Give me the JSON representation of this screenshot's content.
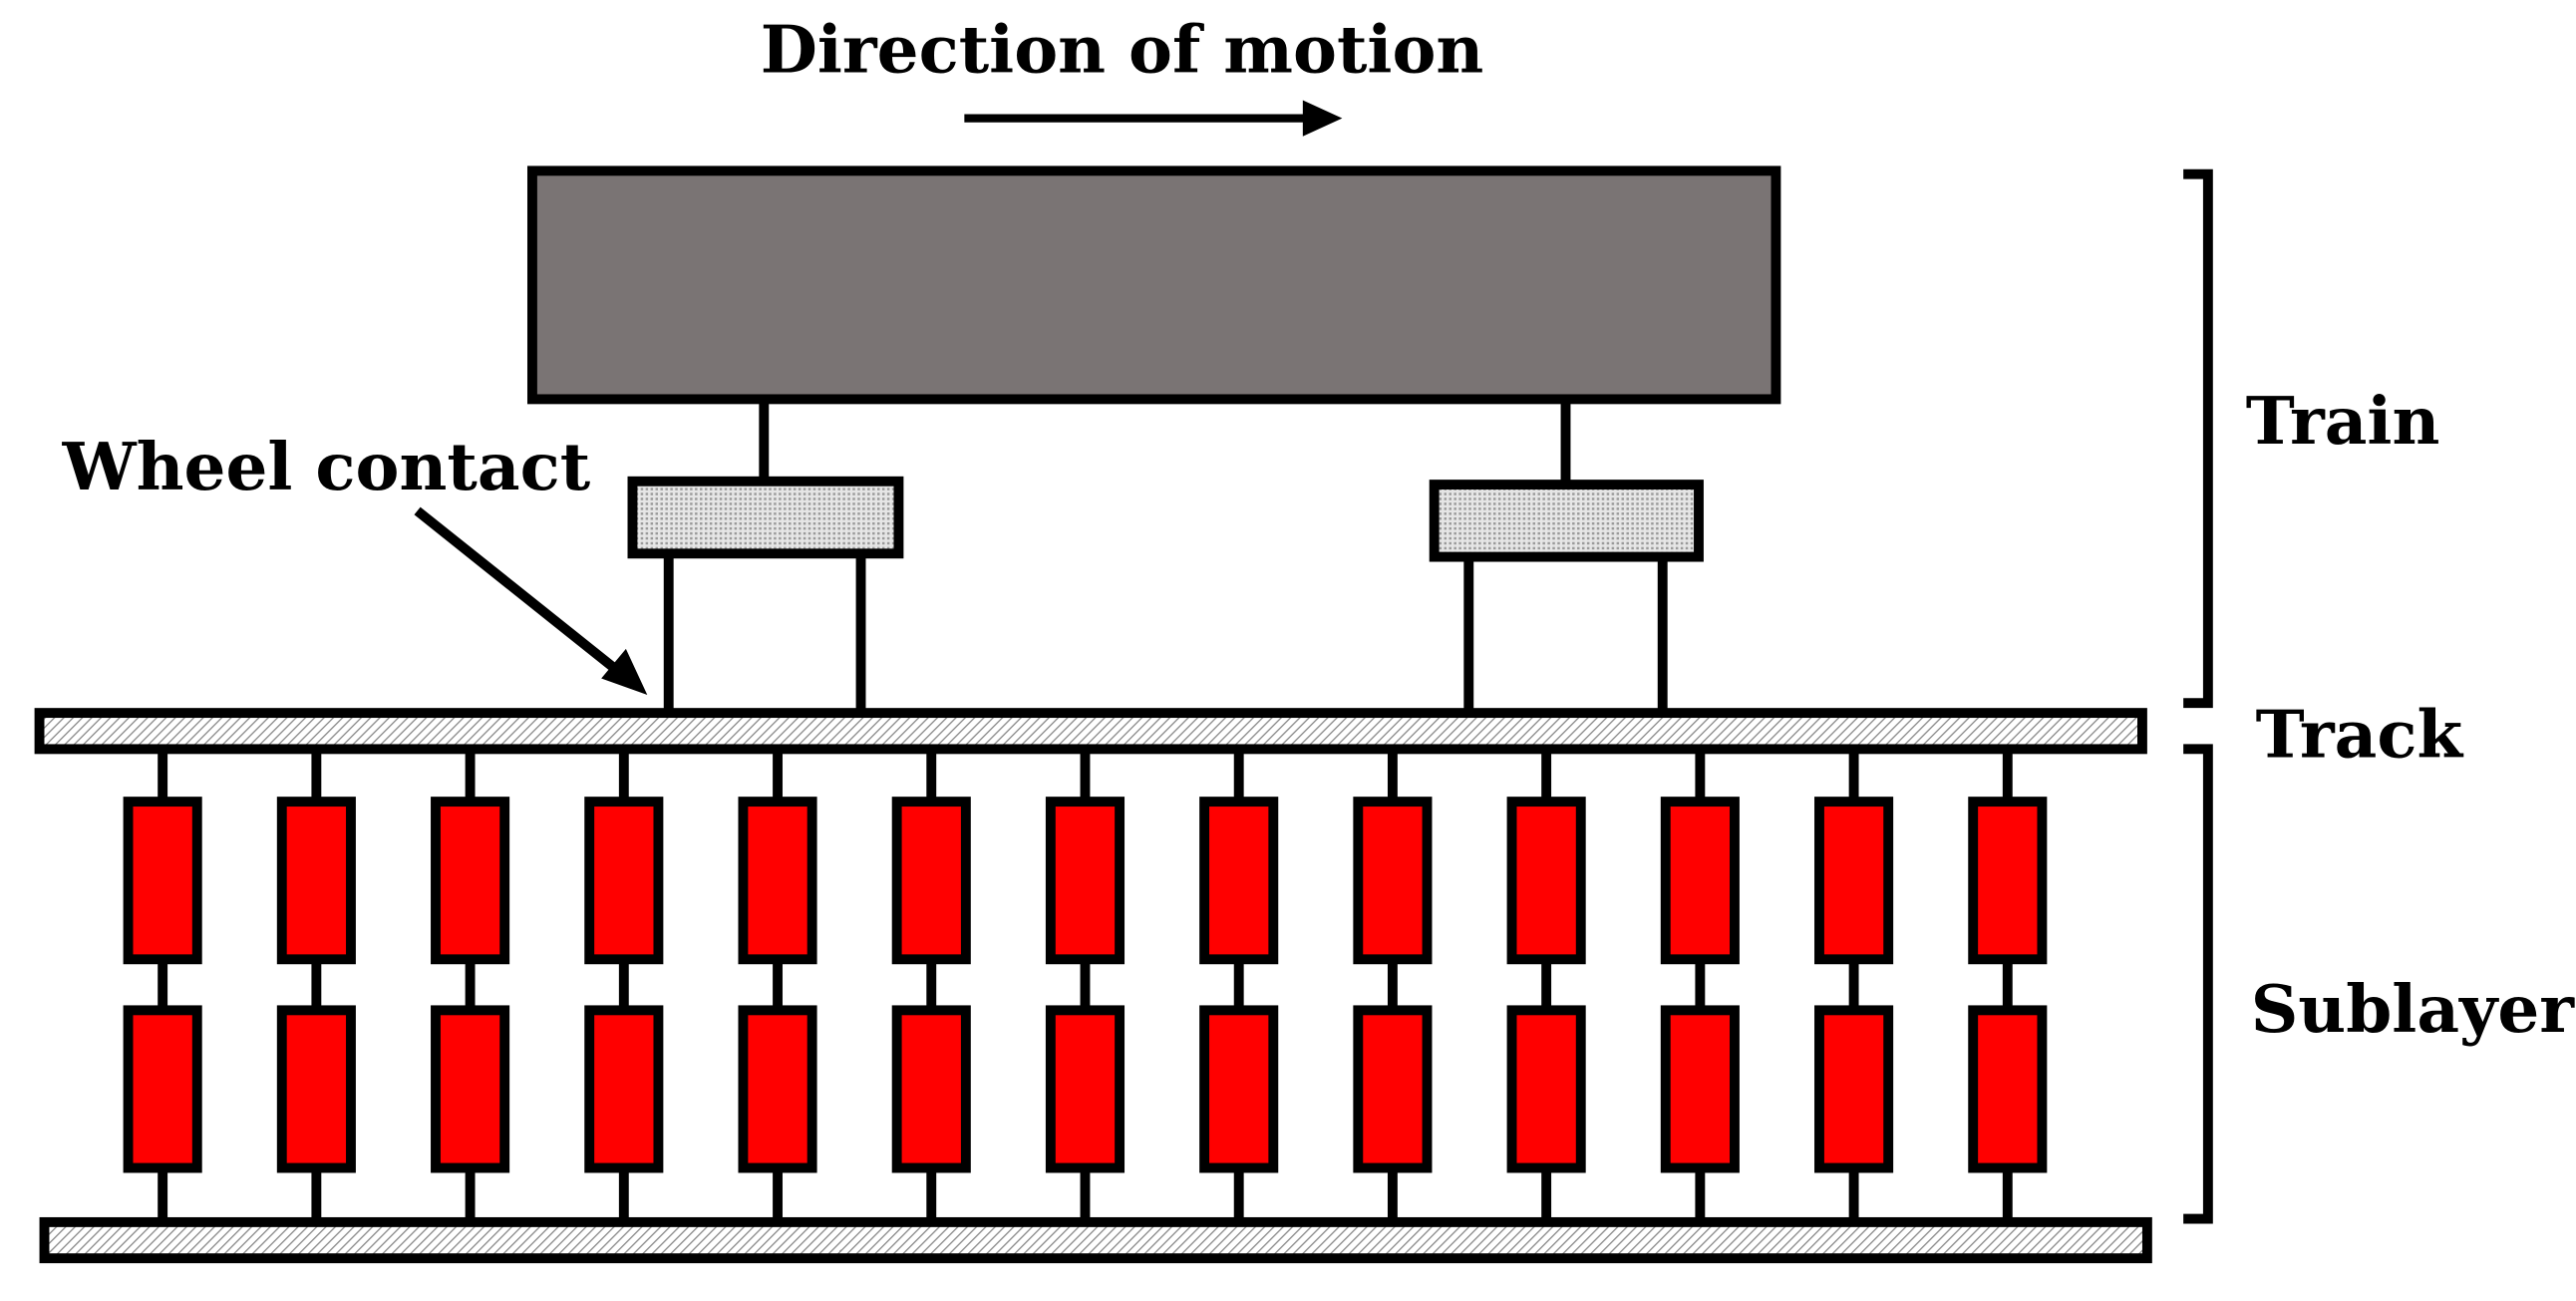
{
  "labels": {
    "direction": "Direction of motion",
    "wheel_contact": "Wheel contact",
    "train": "Train",
    "track": "Track",
    "sublayer": "Sublayer"
  },
  "colors": {
    "car_body": "#7a7474",
    "spring": "#ff0000",
    "outline": "#000000",
    "hatch": "#c8c8c8",
    "background": "#ffffff"
  },
  "sublayer": {
    "column_count": 13,
    "springs_per_column": 2
  }
}
